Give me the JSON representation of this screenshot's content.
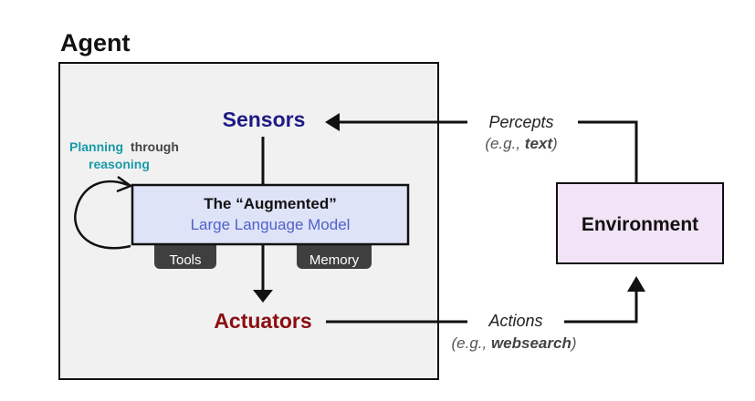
{
  "agent": {
    "title": "Agent",
    "sensors_label": "Sensors",
    "actuators_label": "Actuators",
    "planning": {
      "highlight": "Planning",
      "rest_line1": "through",
      "line2": "reasoning"
    },
    "llm": {
      "line1": "The “Augmented”",
      "line2": "Large Language Model"
    },
    "tools_label": "Tools",
    "memory_label": "Memory"
  },
  "environment": {
    "label": "Environment"
  },
  "percepts": {
    "label": "Percepts",
    "example_prefix": "(e.g., ",
    "example_value": "text",
    "example_suffix": ")"
  },
  "actions": {
    "label": "Actions",
    "example_prefix": "(e.g., ",
    "example_value": "websearch",
    "example_suffix": ")"
  },
  "colors": {
    "sensors": "#1e1a86",
    "actuators": "#8b0e12",
    "planning": "#1a9aa8",
    "llm_text": "#4f62c7",
    "llm_fill": "#dfe3f8",
    "agent_fill": "#f1f1f1",
    "environment_fill": "#f2e3f6",
    "pill_fill": "#3f3f3f"
  }
}
